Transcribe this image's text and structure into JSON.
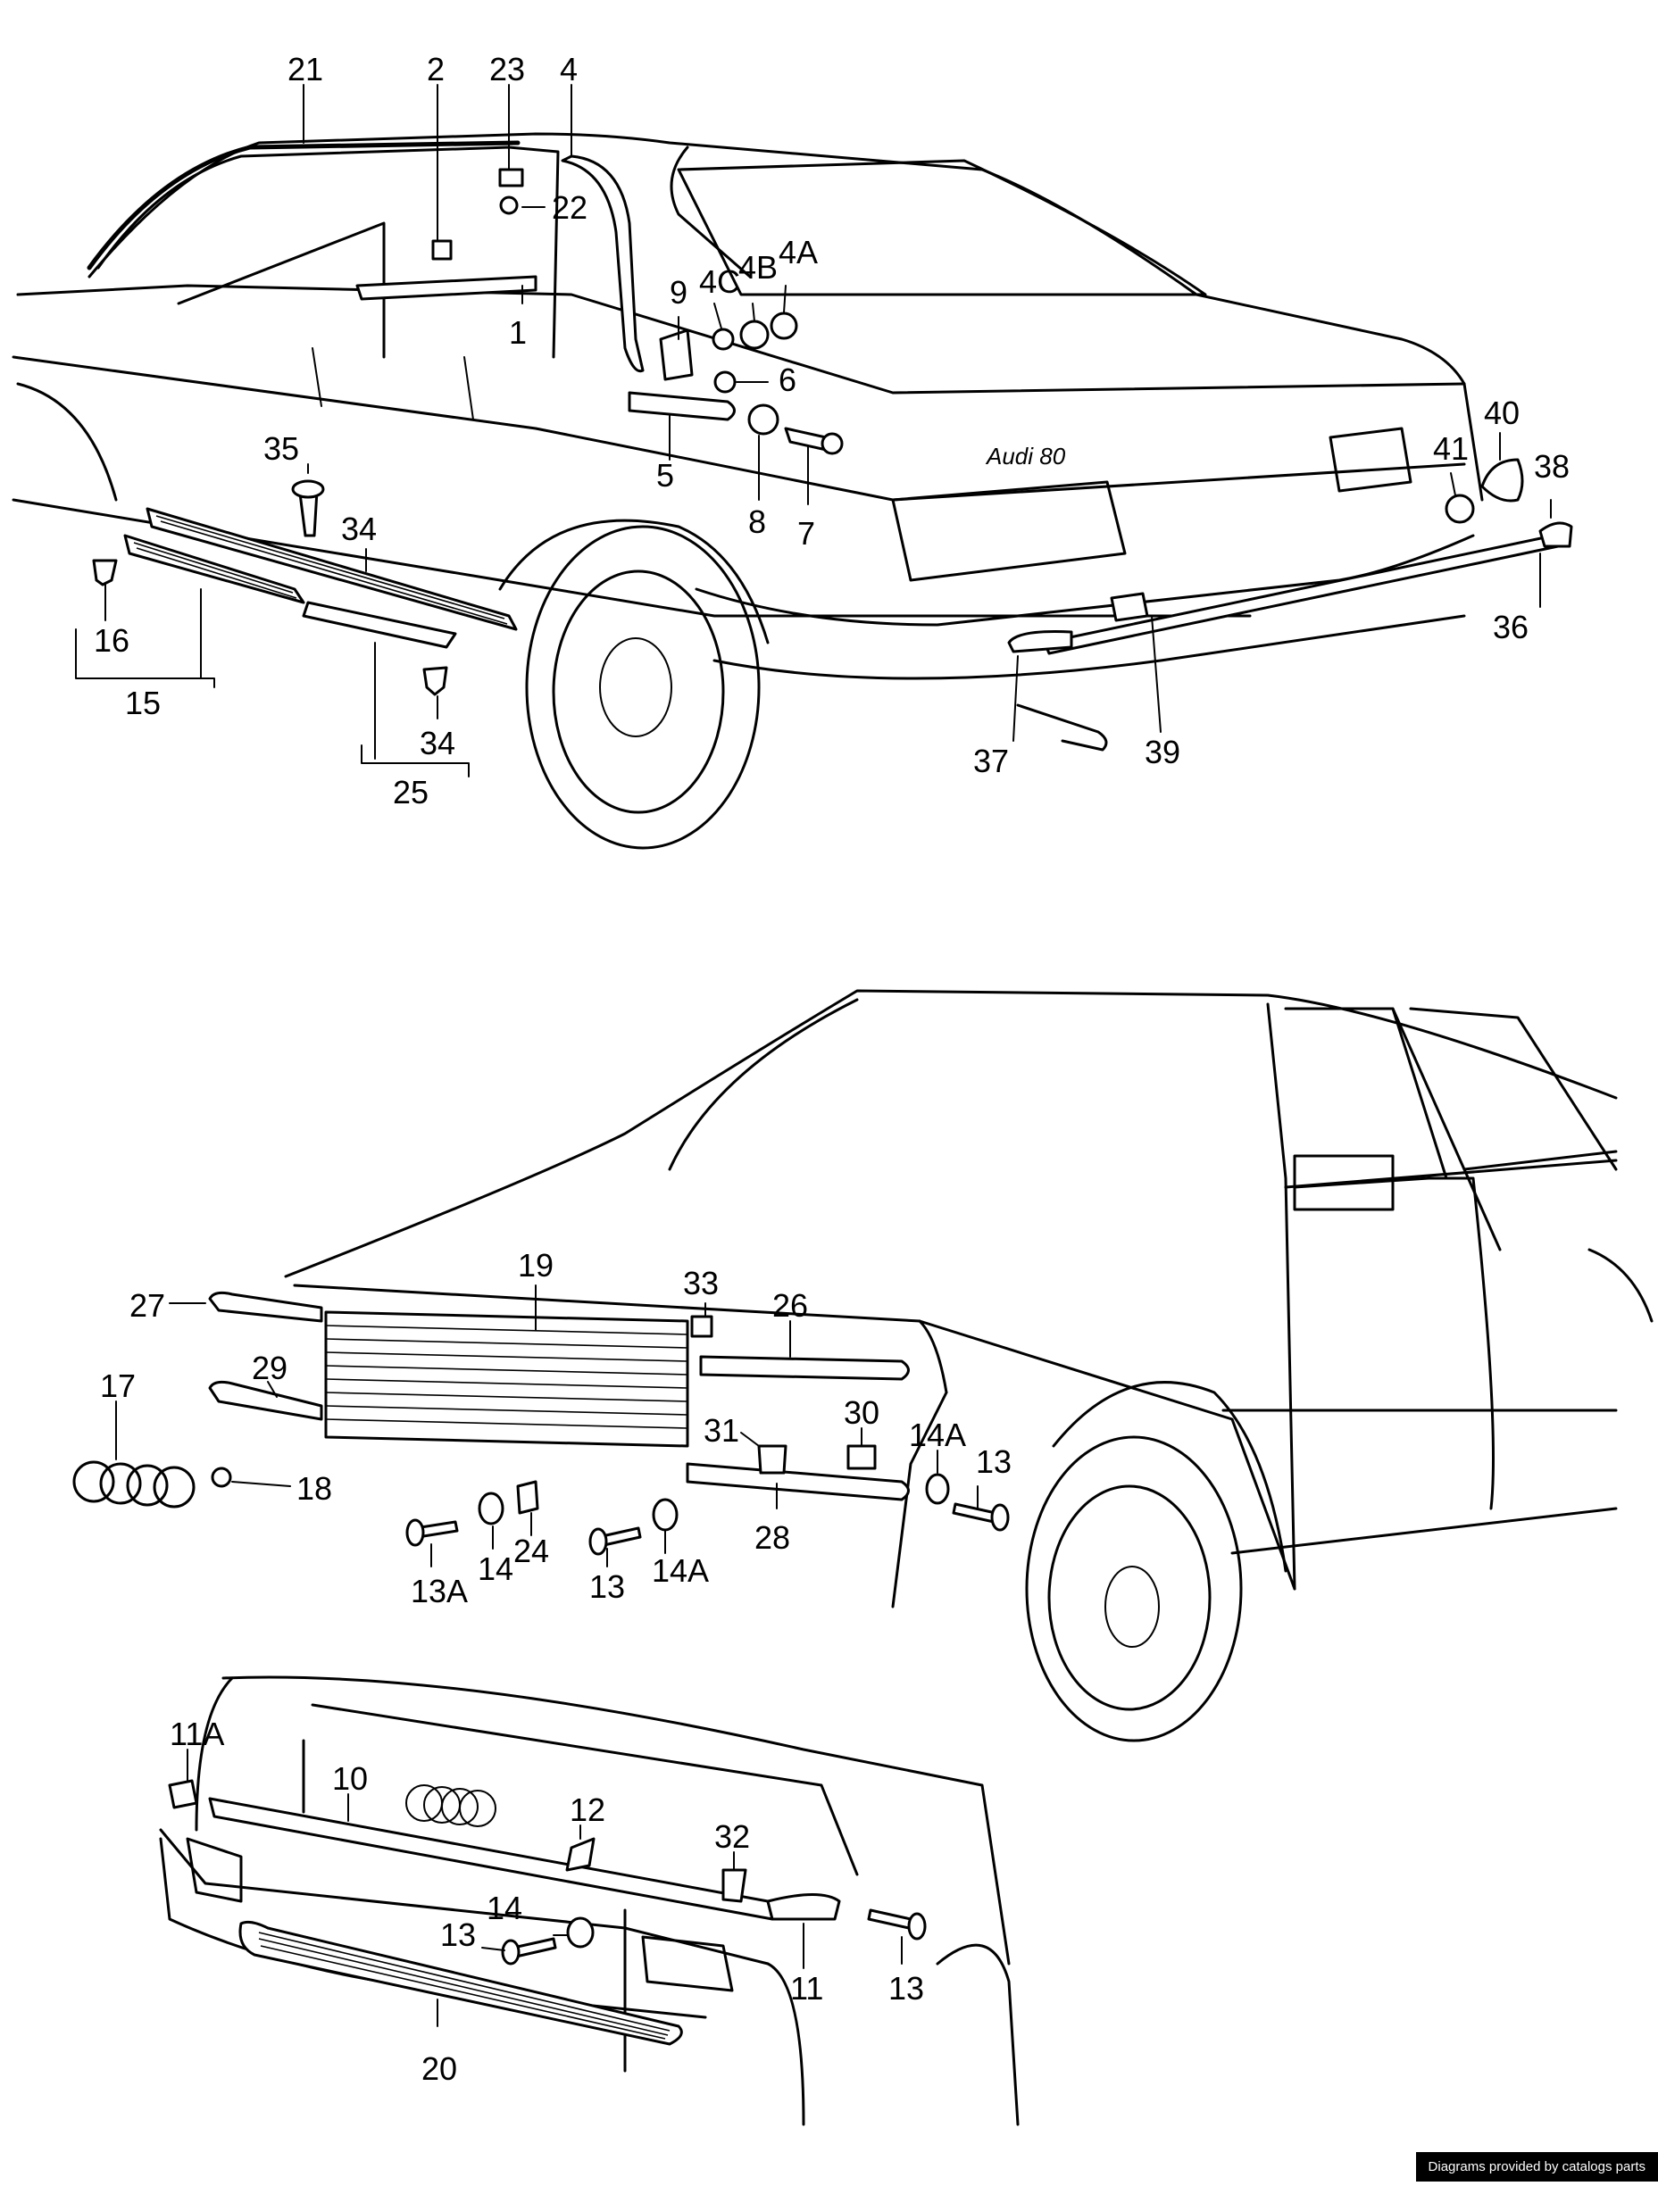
{
  "diagram": {
    "rear_view": {
      "badge_text": "Audi 80",
      "callouts": [
        "21",
        "2",
        "23",
        "4",
        "22",
        "9",
        "4C",
        "4B",
        "4A",
        "1",
        "6",
        "5",
        "8",
        "7",
        "35",
        "34",
        "16",
        "15",
        "25",
        "40",
        "41",
        "38",
        "36",
        "37",
        "39"
      ]
    },
    "front_view": {
      "callouts": [
        "27",
        "19",
        "33",
        "26",
        "17",
        "29",
        "18",
        "31",
        "30",
        "14A",
        "13",
        "28",
        "13A",
        "14",
        "24",
        "13",
        "14A"
      ]
    },
    "bumper_view": {
      "callouts": [
        "11A",
        "10",
        "12",
        "32",
        "14",
        "13",
        "11",
        "13",
        "20"
      ]
    }
  },
  "footer": {
    "credit": "Diagrams provided by catalogs parts"
  }
}
